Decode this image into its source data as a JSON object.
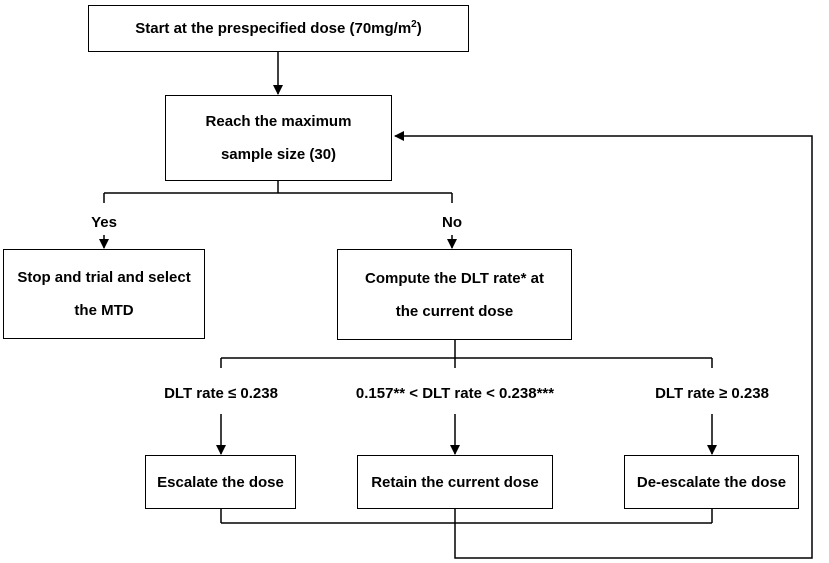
{
  "nodes": {
    "start": {
      "text": "Start at the prespecified dose (70mg/m",
      "sup": "2",
      "after": ")"
    },
    "reach": {
      "line1": "Reach the maximum",
      "line2": "sample size (30)"
    },
    "stop": {
      "line1": "Stop and trial and select",
      "line2": "the MTD"
    },
    "compute": {
      "line1": "Compute the DLT rate* at",
      "line2": "the current dose"
    },
    "escalate": {
      "text": "Escalate the dose"
    },
    "retain": {
      "text": "Retain the current dose"
    },
    "deescalate": {
      "text": "De-escalate the dose"
    }
  },
  "labels": {
    "yes": "Yes",
    "no": "No",
    "low": "DLT rate ≤ 0.238",
    "mid": "0.157** < DLT rate < 0.238***",
    "high": "DLT rate ≥ 0.238"
  }
}
